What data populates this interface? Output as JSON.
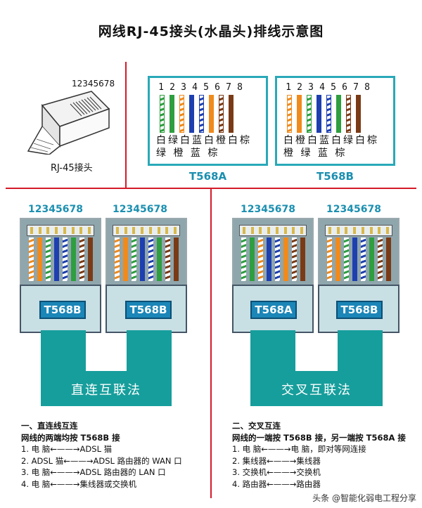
{
  "title": "网线RJ-45接头(水晶头)排线示意图",
  "connector": {
    "pins": "12345678",
    "caption": "RJ-45接头"
  },
  "wire_numbers": [
    "1",
    "2",
    "3",
    "4",
    "5",
    "6",
    "7",
    "8"
  ],
  "t568a": {
    "label": "T568A",
    "row1": "白绿白蓝白橙白棕",
    "row2": "绿 橙 蓝 棕",
    "colors": [
      "#ffffff",
      "#2e9e3f",
      "#ffffff",
      "#1e3fb0",
      "#ffffff",
      "#f08a1c",
      "#ffffff",
      "#7a3a16"
    ],
    "stripes": [
      "#2e9e3f",
      "",
      "#f08a1c",
      "",
      "#1e3fb0",
      "",
      "#7a3a16",
      ""
    ]
  },
  "t568b": {
    "label": "T568B",
    "row1": "白橙白蓝白绿白棕",
    "row2": "橙 绿 蓝 棕",
    "colors": [
      "#ffffff",
      "#f08a1c",
      "#ffffff",
      "#1e3fb0",
      "#ffffff",
      "#2e9e3f",
      "#ffffff",
      "#7a3a16"
    ],
    "stripes": [
      "#f08a1c",
      "",
      "#2e9e3f",
      "",
      "#1e3fb0",
      "",
      "#7a3a16",
      ""
    ]
  },
  "straight": {
    "pins": "12345678",
    "left_badge": "T568B",
    "right_badge": "T568B",
    "cable_label": "直连互联法"
  },
  "cross": {
    "pins": "12345678",
    "left_badge": "T568A",
    "right_badge": "T568B",
    "cable_label": "交叉互联法"
  },
  "notes_left": {
    "heading": "一、直连线互连",
    "sub": "网线的两端均按 T568B 接",
    "items": [
      "1.  电   脑←——→ADSL 猫",
      "2.  ADSL 猫←——→ADSL 路由器的 WAN 口",
      "3.  电   脑←——→ADSL 路由器的 LAN 口",
      "4.  电   脑←——→集线器或交换机"
    ]
  },
  "notes_right": {
    "heading": "二、交叉互连",
    "sub": "网线的一端按 T568B 接，另一端按 T568A 接",
    "items": [
      "1.  电   脑←——→电  脑，即对等网连接",
      "2.  集线器←——→集线器",
      "3.  交换机←——→交换机",
      "4.  路由器←——→路由器"
    ]
  },
  "watermark": "头条 @智能化弱电工程分享"
}
